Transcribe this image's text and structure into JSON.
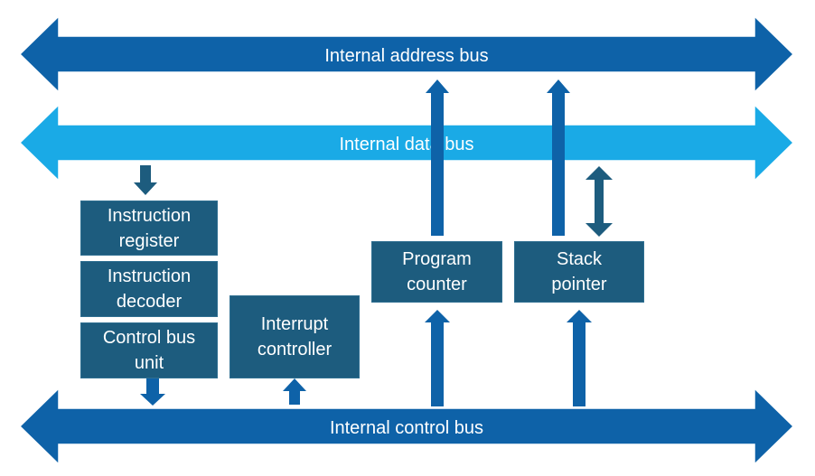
{
  "buses": {
    "address": {
      "label": "Internal address bus",
      "color": "#0e62a8"
    },
    "data": {
      "label": "Internal data bus",
      "color": "#1aaae6"
    },
    "control": {
      "label": "Internal control bus",
      "color": "#0e62a8"
    }
  },
  "blocks": {
    "instruction_register": {
      "line1": "Instruction",
      "line2": "register"
    },
    "instruction_decoder": {
      "line1": "Instruction",
      "line2": "decoder"
    },
    "control_bus_unit": {
      "line1": "Control bus",
      "line2": "unit"
    },
    "interrupt_controller": {
      "line1": "Interrupt",
      "line2": "controller"
    },
    "program_counter": {
      "line1": "Program",
      "line2": "counter"
    },
    "stack_pointer": {
      "line1": "Stack",
      "line2": "pointer"
    }
  },
  "colors": {
    "block_fill": "#1d5c7e",
    "connector_blue": "#0e62a8",
    "connector_dark": "#1d5c7e"
  }
}
